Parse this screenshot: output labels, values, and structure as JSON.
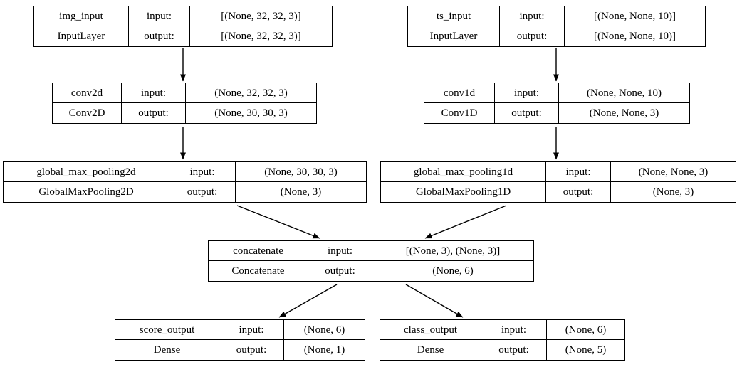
{
  "diagram": {
    "kind": "keras-model-architecture",
    "background_color": "#ffffff",
    "border_color": "#000000",
    "text_color": "#000000"
  },
  "labels": {
    "input": "input:",
    "output": "output:"
  },
  "nodes": [
    {
      "name": "img_input",
      "layer_type": "InputLayer",
      "input_shape": "[(None, 32, 32, 3)]",
      "output_shape": "[(None, 32, 32, 3)]"
    },
    {
      "name": "ts_input",
      "layer_type": "InputLayer",
      "input_shape": "[(None, None, 10)]",
      "output_shape": "[(None, None, 10)]"
    },
    {
      "name": "conv2d",
      "layer_type": "Conv2D",
      "input_shape": "(None, 32, 32, 3)",
      "output_shape": "(None, 30, 30, 3)"
    },
    {
      "name": "conv1d",
      "layer_type": "Conv1D",
      "input_shape": "(None, None, 10)",
      "output_shape": "(None, None, 3)"
    },
    {
      "name": "global_max_pooling2d",
      "layer_type": "GlobalMaxPooling2D",
      "input_shape": "(None, 30, 30, 3)",
      "output_shape": "(None, 3)"
    },
    {
      "name": "global_max_pooling1d",
      "layer_type": "GlobalMaxPooling1D",
      "input_shape": "(None, None, 3)",
      "output_shape": "(None, 3)"
    },
    {
      "name": "concatenate",
      "layer_type": "Concatenate",
      "input_shape": "[(None, 3), (None, 3)]",
      "output_shape": "(None, 6)"
    },
    {
      "name": "score_output",
      "layer_type": "Dense",
      "input_shape": "(None, 6)",
      "output_shape": "(None, 1)"
    },
    {
      "name": "class_output",
      "layer_type": "Dense",
      "input_shape": "(None, 6)",
      "output_shape": "(None, 5)"
    }
  ],
  "edges": [
    {
      "from": "img_input",
      "to": "conv2d"
    },
    {
      "from": "ts_input",
      "to": "conv1d"
    },
    {
      "from": "conv2d",
      "to": "global_max_pooling2d"
    },
    {
      "from": "conv1d",
      "to": "global_max_pooling1d"
    },
    {
      "from": "global_max_pooling2d",
      "to": "concatenate"
    },
    {
      "from": "global_max_pooling1d",
      "to": "concatenate"
    },
    {
      "from": "concatenate",
      "to": "score_output"
    },
    {
      "from": "concatenate",
      "to": "class_output"
    }
  ]
}
